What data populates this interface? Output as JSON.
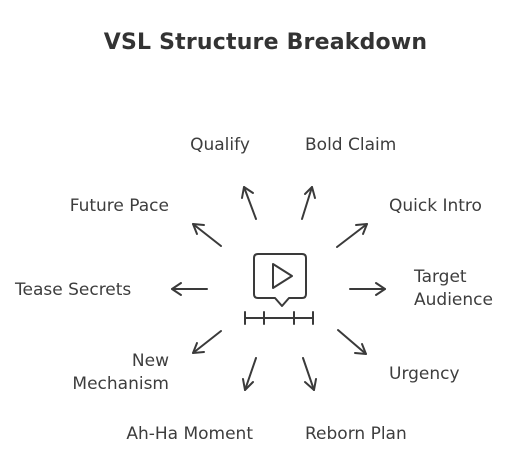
{
  "title": "VSL Structure Breakdown",
  "center_icon": "video-play-timeline-icon",
  "colors": {
    "stroke": "#3a3a3a",
    "text": "#3d3d3d",
    "background": "#ffffff"
  },
  "items": [
    {
      "id": "qualify",
      "label": "Qualify"
    },
    {
      "id": "bold-claim",
      "label": "Bold Claim"
    },
    {
      "id": "quick-intro",
      "label": "Quick Intro"
    },
    {
      "id": "target-audience",
      "line1": "Target",
      "line2": "Audience"
    },
    {
      "id": "urgency",
      "label": "Urgency"
    },
    {
      "id": "reborn-plan",
      "label": "Reborn Plan"
    },
    {
      "id": "ah-ha-moment",
      "label": "Ah-Ha Moment"
    },
    {
      "id": "new-mechanism",
      "line1": "New",
      "line2": "Mechanism"
    },
    {
      "id": "tease-secrets",
      "label": "Tease Secrets"
    },
    {
      "id": "future-pace",
      "label": "Future Pace"
    }
  ]
}
